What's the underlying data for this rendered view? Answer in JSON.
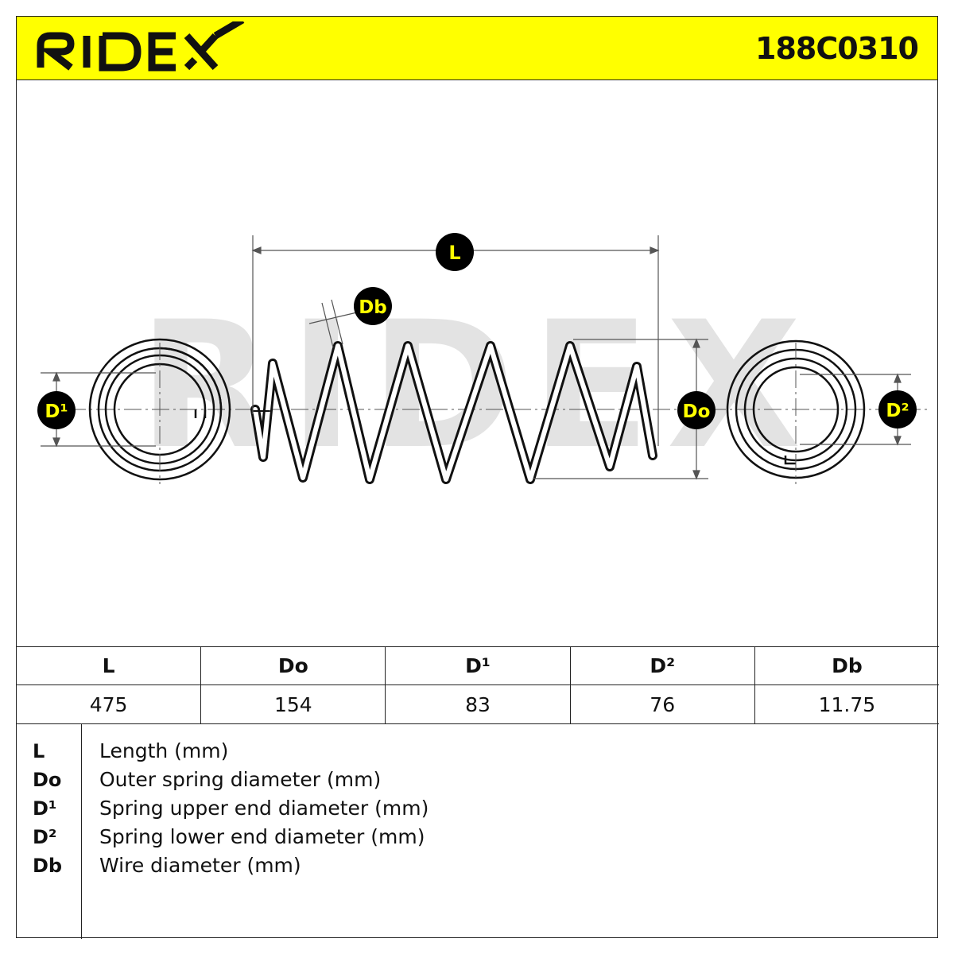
{
  "brand": "RIDEX",
  "part_number": "188C0310",
  "colors": {
    "accent": "#ffff00",
    "ink": "#111111",
    "watermark": "#e3e3e3"
  },
  "callouts": {
    "L": "L",
    "Db": "Db",
    "D1": "D¹",
    "Do": "Do",
    "D2": "D²"
  },
  "specs": {
    "headers": [
      "L",
      "Do",
      "D¹",
      "D²",
      "Db"
    ],
    "values": [
      "475",
      "154",
      "83",
      "76",
      "11.75"
    ]
  },
  "legend": [
    {
      "key": "L",
      "desc": "Length (mm)"
    },
    {
      "key": "Do",
      "desc": "Outer spring diameter (mm)"
    },
    {
      "key": "D¹",
      "desc": "Spring upper end diameter (mm)"
    },
    {
      "key": "D²",
      "desc": "Spring lower end diameter (mm)"
    },
    {
      "key": "Db",
      "desc": "Wire diameter (mm)"
    }
  ]
}
